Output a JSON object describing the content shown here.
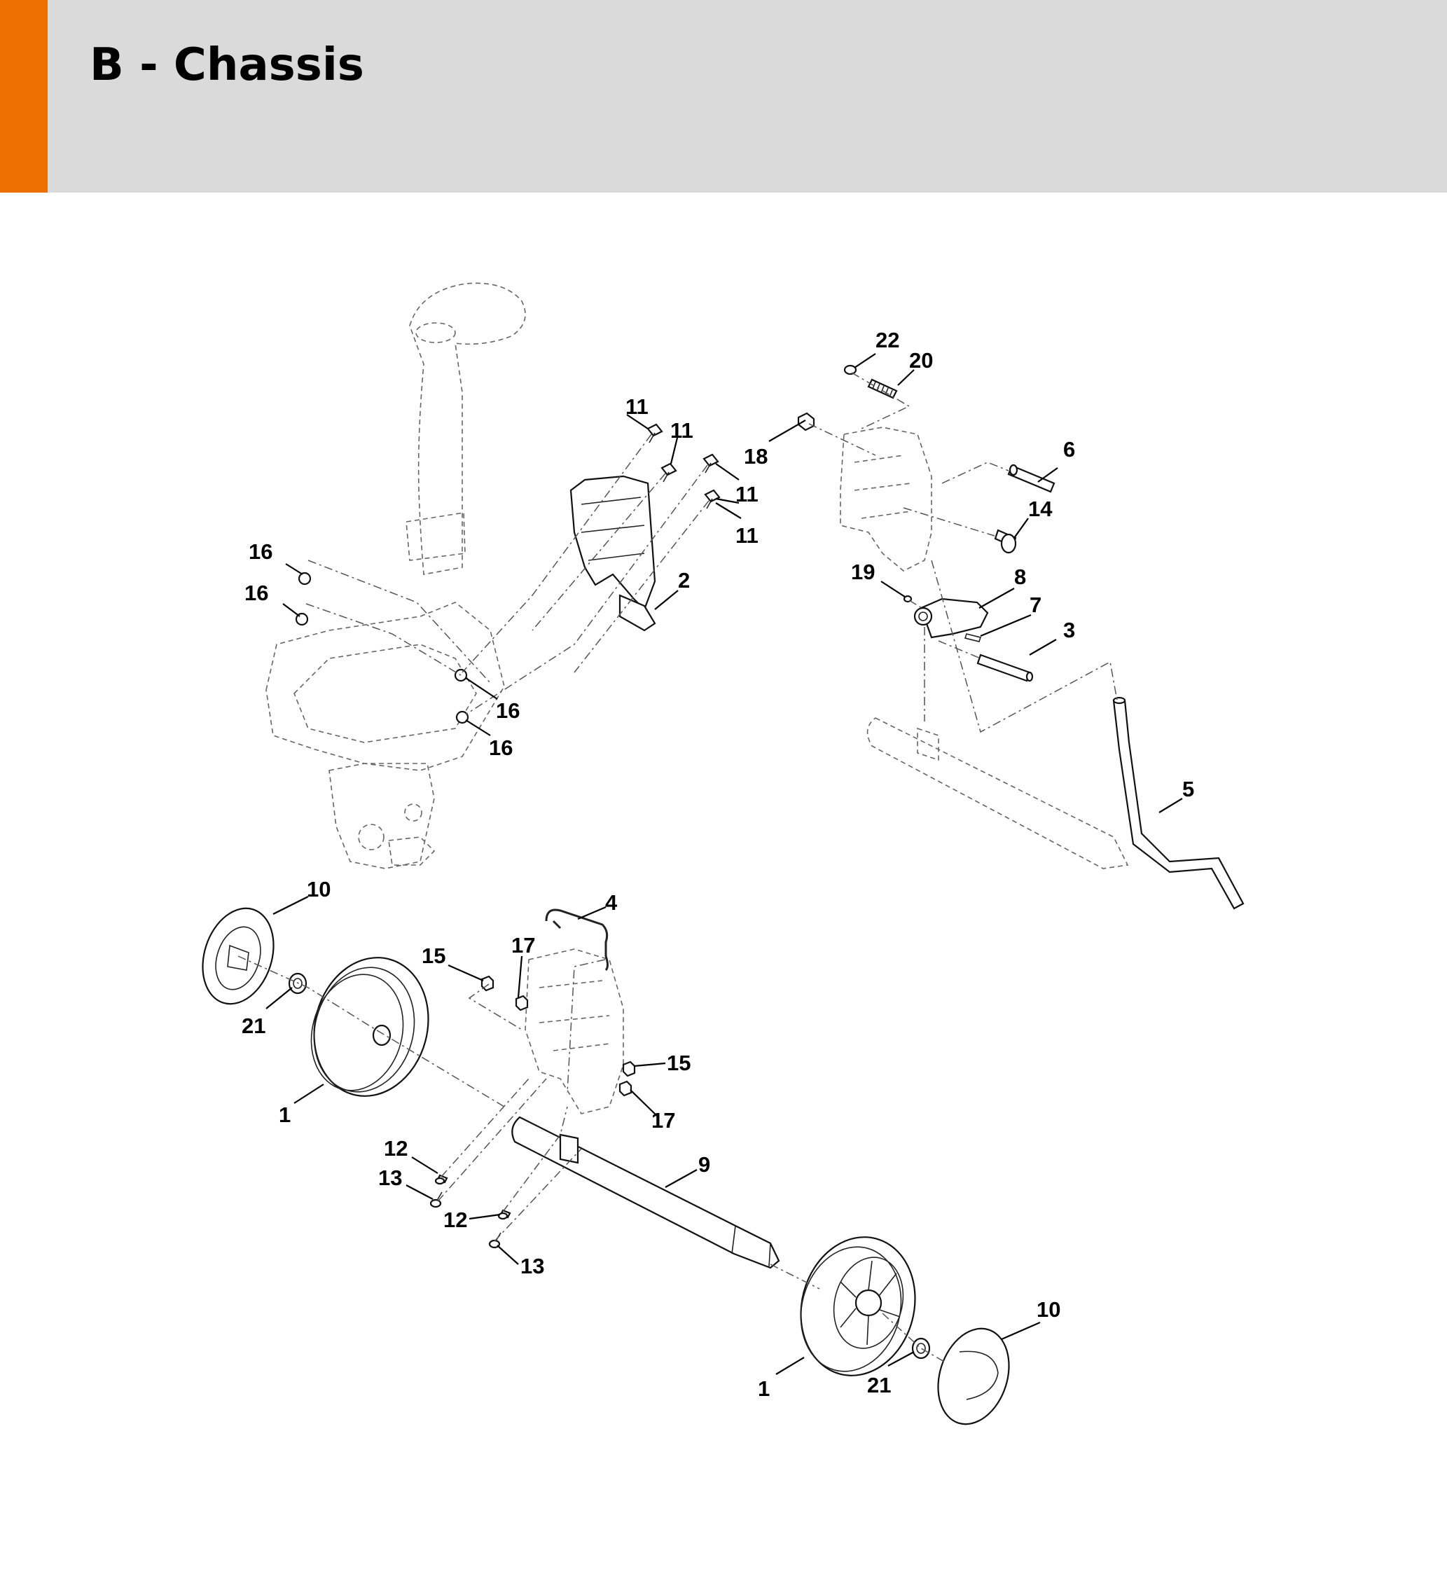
{
  "header": {
    "title": "B - Chassis",
    "accent_color": "#ee7100",
    "background_color": "#d9dad9"
  },
  "diagram": {
    "callouts": [
      {
        "id": "c22",
        "label": "22"
      },
      {
        "id": "c20",
        "label": "20"
      },
      {
        "id": "c11a",
        "label": "11"
      },
      {
        "id": "c11b",
        "label": "11"
      },
      {
        "id": "c18",
        "label": "18"
      },
      {
        "id": "c6",
        "label": "6"
      },
      {
        "id": "c11c",
        "label": "11"
      },
      {
        "id": "c14",
        "label": "14"
      },
      {
        "id": "c11d",
        "label": "11"
      },
      {
        "id": "c16a",
        "label": "16"
      },
      {
        "id": "c19",
        "label": "19"
      },
      {
        "id": "c8",
        "label": "8"
      },
      {
        "id": "c2",
        "label": "2"
      },
      {
        "id": "c16b",
        "label": "16"
      },
      {
        "id": "c7",
        "label": "7"
      },
      {
        "id": "c3",
        "label": "3"
      },
      {
        "id": "c16c",
        "label": "16"
      },
      {
        "id": "c16d",
        "label": "16"
      },
      {
        "id": "c5",
        "label": "5"
      },
      {
        "id": "c10a",
        "label": "10"
      },
      {
        "id": "c4",
        "label": "4"
      },
      {
        "id": "c15a",
        "label": "15"
      },
      {
        "id": "c17a",
        "label": "17"
      },
      {
        "id": "c21a",
        "label": "21"
      },
      {
        "id": "c15b",
        "label": "15"
      },
      {
        "id": "c1a",
        "label": "1"
      },
      {
        "id": "c17b",
        "label": "17"
      },
      {
        "id": "c12a",
        "label": "12"
      },
      {
        "id": "c9",
        "label": "9"
      },
      {
        "id": "c13a",
        "label": "13"
      },
      {
        "id": "c12b",
        "label": "12"
      },
      {
        "id": "c13b",
        "label": "13"
      },
      {
        "id": "c10b",
        "label": "10"
      },
      {
        "id": "c1b",
        "label": "1"
      },
      {
        "id": "c21b",
        "label": "21"
      }
    ]
  }
}
